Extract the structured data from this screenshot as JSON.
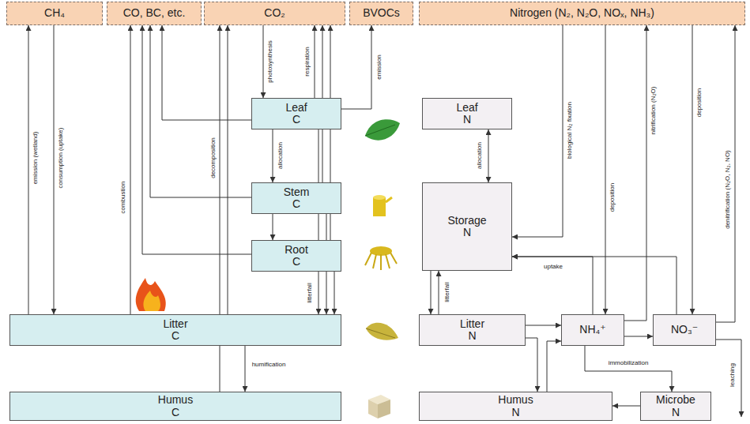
{
  "diagram": {
    "nodes": [
      {
        "text": [
          "CH₄"
        ]
      },
      {
        "text": [
          "CO, BC, etc."
        ]
      },
      {
        "text": [
          "CO₂"
        ]
      },
      {
        "text": [
          "BVOCs"
        ]
      },
      {
        "text": [
          "Nitrogen (N₂, N₂O, NOₓ, NH₃)"
        ]
      },
      {
        "text": [
          "Leaf C"
        ]
      },
      {
        "text": [
          "Stem C"
        ]
      },
      {
        "text": [
          "Root C"
        ]
      },
      {
        "text": [
          "Litter C"
        ]
      },
      {
        "text": [
          "Humus C"
        ]
      },
      {
        "text": [
          "Leaf N"
        ]
      },
      {
        "text": [
          "Storage N"
        ]
      },
      {
        "text": [
          "Litter N"
        ]
      },
      {
        "text": [
          "NH₄⁺"
        ]
      },
      {
        "text": [
          "NO₃⁻"
        ]
      },
      {
        "text": [
          "Humus N"
        ]
      },
      {
        "text": [
          "Microbe N"
        ]
      }
    ],
    "edges": [
      {
        "from": 8,
        "to": 0,
        "arrow": "to",
        "label": "emission (wetland)"
      },
      {
        "from": 0,
        "to": 8,
        "arrow": "to",
        "label": "consumption (uptake)"
      },
      {
        "from": 8,
        "to": 1,
        "arrow": "to",
        "label": "combustion"
      },
      {
        "from": 5,
        "to": 1,
        "arrow": "to"
      },
      {
        "from": 6,
        "to": 1,
        "arrow": "to"
      },
      {
        "from": 7,
        "to": 1,
        "arrow": "to"
      },
      {
        "from": 2,
        "to": 5,
        "arrow": "to",
        "label": "photosynthesis"
      },
      {
        "from": 5,
        "to": 2,
        "arrow": "to",
        "label": "respiration"
      },
      {
        "from": 6,
        "to": 2,
        "arrow": "to"
      },
      {
        "from": 7,
        "to": 2,
        "arrow": "to"
      },
      {
        "from": 5,
        "to": 8,
        "arrow": "to",
        "label": "litterfall"
      },
      {
        "from": 6,
        "to": 8,
        "arrow": "to"
      },
      {
        "from": 7,
        "to": 8,
        "arrow": "to"
      },
      {
        "from": 8,
        "to": 2,
        "arrow": "to",
        "label": "decomposition"
      },
      {
        "from": 9,
        "to": 2,
        "arrow": "to"
      },
      {
        "from": 8,
        "to": 9,
        "arrow": "to",
        "label": "humification"
      },
      {
        "from": 5,
        "to": 6,
        "arrow": "to",
        "label": "allocation"
      },
      {
        "from": 6,
        "to": 7,
        "arrow": "to"
      },
      {
        "from": 5,
        "to": 3,
        "arrow": "to",
        "label": "emission"
      },
      {
        "from": 10,
        "to": 11,
        "arrow": "both",
        "label": "allocation"
      },
      {
        "from": 4,
        "to": 11,
        "arrow": "to",
        "label": "biological N₂ fixation"
      },
      {
        "from": 4,
        "to": 13,
        "arrow": "to",
        "label": "deposition"
      },
      {
        "from": 13,
        "to": 4,
        "arrow": "to",
        "label": "nitrification (N₂O)"
      },
      {
        "from": 4,
        "to": 14,
        "arrow": "to",
        "label": "deposition"
      },
      {
        "from": 14,
        "to": 4,
        "arrow": "to",
        "label": "denitrification (N₂O, N₂, NO)"
      },
      {
        "from": 11,
        "to": 12,
        "arrow": "to",
        "label": "litterfall"
      },
      {
        "from": 12,
        "to": 11,
        "arrow": "to"
      },
      {
        "from": 13,
        "to": 11,
        "arrow": "to",
        "label": "uptake"
      },
      {
        "from": 14,
        "to": 11,
        "arrow": "to"
      },
      {
        "from": 12,
        "to": 13,
        "arrow": "to"
      },
      {
        "from": 13,
        "to": 14,
        "arrow": "to"
      },
      {
        "from": 12,
        "to": 15,
        "arrow": "to"
      },
      {
        "from": 15,
        "to": 13,
        "arrow": "to"
      },
      {
        "from": 13,
        "to": 16,
        "arrow": "to",
        "label": "immobilization"
      },
      {
        "from": 16,
        "to": 15,
        "arrow": "to"
      }
    ],
    "labels": [
      "leaching"
    ]
  }
}
